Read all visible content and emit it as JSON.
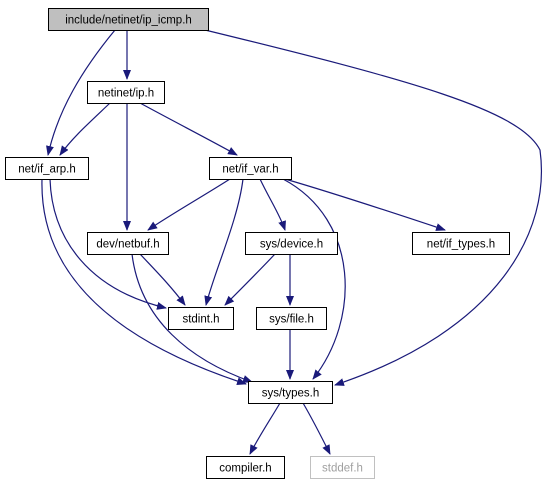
{
  "graph": {
    "colors": {
      "edge": "#1a1a7a",
      "node_border": "#000000",
      "root_fill": "#bfbfbf",
      "node_fill": "#ffffff",
      "missing_border": "#c0c0c0"
    },
    "nodes": [
      {
        "id": "ip_icmp",
        "label": "include/netinet/ip_icmp.h",
        "kind": "root"
      },
      {
        "id": "ip",
        "label": "netinet/ip.h",
        "kind": "normal"
      },
      {
        "id": "if_arp",
        "label": "net/if_arp.h",
        "kind": "normal"
      },
      {
        "id": "if_var",
        "label": "net/if_var.h",
        "kind": "normal"
      },
      {
        "id": "netbuf",
        "label": "dev/netbuf.h",
        "kind": "normal"
      },
      {
        "id": "device",
        "label": "sys/device.h",
        "kind": "normal"
      },
      {
        "id": "if_types",
        "label": "net/if_types.h",
        "kind": "normal"
      },
      {
        "id": "stdint",
        "label": "stdint.h",
        "kind": "normal"
      },
      {
        "id": "file",
        "label": "sys/file.h",
        "kind": "normal"
      },
      {
        "id": "types",
        "label": "sys/types.h",
        "kind": "normal"
      },
      {
        "id": "compiler",
        "label": "compiler.h",
        "kind": "normal"
      },
      {
        "id": "stddef",
        "label": "stddef.h",
        "kind": "missing"
      }
    ],
    "edges": [
      {
        "from": "ip_icmp",
        "to": "ip"
      },
      {
        "from": "ip_icmp",
        "to": "if_arp"
      },
      {
        "from": "ip_icmp",
        "to": "types"
      },
      {
        "from": "ip",
        "to": "if_arp"
      },
      {
        "from": "ip",
        "to": "if_var"
      },
      {
        "from": "ip",
        "to": "netbuf"
      },
      {
        "from": "if_arp",
        "to": "types"
      },
      {
        "from": "if_arp",
        "to": "stdint"
      },
      {
        "from": "if_var",
        "to": "netbuf"
      },
      {
        "from": "if_var",
        "to": "stdint"
      },
      {
        "from": "if_var",
        "to": "device"
      },
      {
        "from": "if_var",
        "to": "if_types"
      },
      {
        "from": "if_var",
        "to": "types"
      },
      {
        "from": "netbuf",
        "to": "stdint"
      },
      {
        "from": "netbuf",
        "to": "types"
      },
      {
        "from": "device",
        "to": "stdint"
      },
      {
        "from": "device",
        "to": "file"
      },
      {
        "from": "file",
        "to": "types"
      },
      {
        "from": "types",
        "to": "compiler"
      },
      {
        "from": "types",
        "to": "stddef"
      }
    ]
  }
}
